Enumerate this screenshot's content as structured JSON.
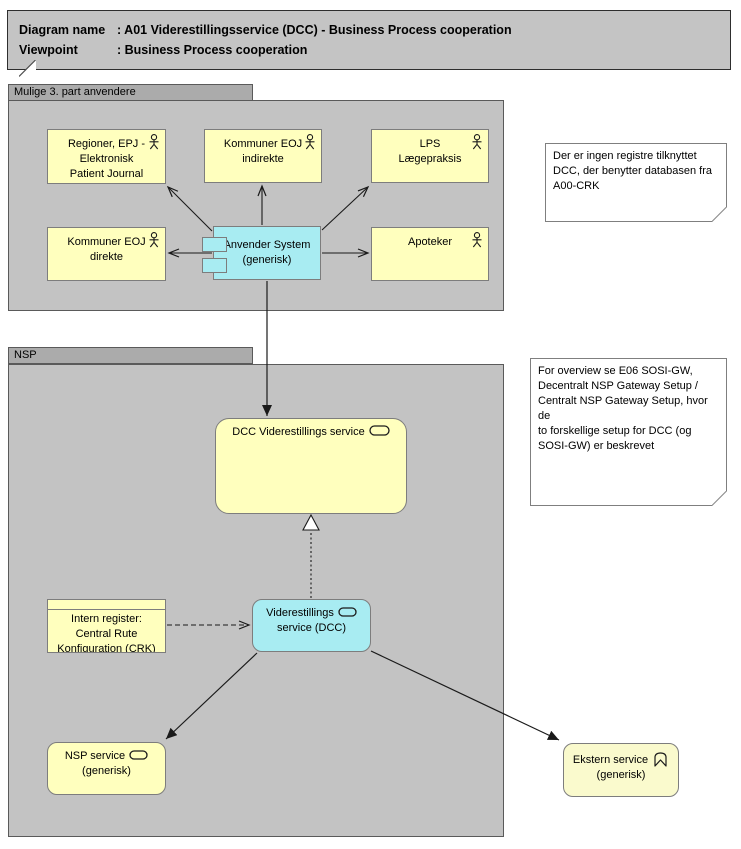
{
  "title_note": {
    "rows": [
      {
        "label": "Diagram name",
        "value": ": A01 Viderestillingsservice (DCC) - Business Process cooperation"
      },
      {
        "label": "Viewpoint",
        "value": ": Business Process cooperation"
      }
    ]
  },
  "groups": {
    "third_party": {
      "label": "Mulige 3. part anvendere"
    },
    "nsp": {
      "label": "NSP"
    }
  },
  "nodes": {
    "regioner": {
      "type": "business-actor",
      "lines": [
        "Regioner, EPJ -",
        "Elektronisk",
        "Patient Journal"
      ]
    },
    "kommuner_indirekte": {
      "type": "business-actor",
      "lines": [
        "Kommuner EOJ",
        "indirekte"
      ]
    },
    "lps": {
      "type": "business-actor",
      "lines": [
        "LPS",
        "Lægepraksis"
      ]
    },
    "kommuner_direkte": {
      "type": "business-actor",
      "lines": [
        "Kommuner EOJ",
        "direkte"
      ]
    },
    "apoteker": {
      "type": "business-actor",
      "lines": [
        "Apoteker"
      ]
    },
    "anvender_system": {
      "type": "application-component",
      "lines": [
        "Anvender System",
        "(generisk)"
      ]
    },
    "dcc_viderestillings": {
      "type": "application-service",
      "label": "DCC Viderestillings service"
    },
    "intern_register": {
      "type": "data-object",
      "lines": [
        "Intern register:",
        "Central Rute",
        "Konfiguration (CRK)"
      ]
    },
    "viderestillings_dcc": {
      "type": "application-service",
      "lines": [
        "Viderestillings",
        "service (DCC)"
      ]
    },
    "nsp_service": {
      "type": "application-service",
      "lines": [
        "NSP service",
        "(generisk)"
      ]
    },
    "ekstern_service": {
      "type": "business-service",
      "lines": [
        "Ekstern service",
        "(generisk)"
      ]
    }
  },
  "notes": {
    "crk": {
      "lines": [
        "Der er ingen registre tilknyttet",
        "DCC, der benytter databasen fra",
        "A00-CRK"
      ]
    },
    "sosi": {
      "lines": [
        "For overview se E06 SOSI-GW,",
        "Decentralt NSP Gateway Setup /",
        "Centralt NSP Gateway Setup, hvor de",
        "to forskellige setup for DCC (og",
        "SOSI-GW) er beskrevet"
      ]
    }
  },
  "colors": {
    "group_fill": "#c3c3c3",
    "group_tab_fill": "#ababab",
    "element_yellow": "#ffffbe",
    "element_pale_yellow": "#fafacd",
    "element_cyan": "#a8ecf2",
    "note_fill": "#ffffff",
    "title_note_fill": "#c4c4c4",
    "line_color": "#1a1a1a"
  }
}
